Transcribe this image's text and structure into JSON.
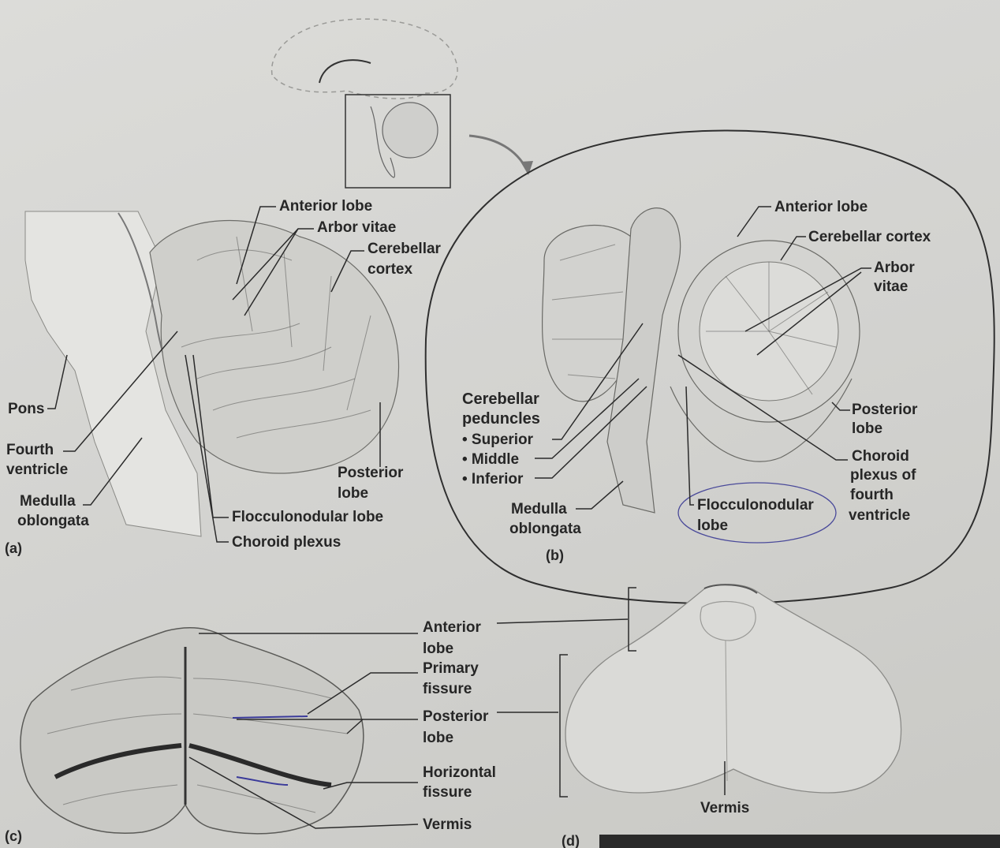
{
  "panel_a": {
    "tag": "(a)",
    "labels": {
      "anterior_lobe": "Anterior lobe",
      "arbor_vitae": "Arbor vitae",
      "cerebellar": "Cerebellar",
      "cortex": "cortex",
      "pons": "Pons",
      "fourth": "Fourth",
      "ventricle": "ventricle",
      "medulla": "Medulla",
      "oblongata": "oblongata",
      "posterior": "Posterior",
      "lobe": "lobe",
      "flocculonodular_lobe": "Flocculonodular lobe",
      "choroid_plexus": "Choroid plexus"
    }
  },
  "panel_b": {
    "tag": "(b)",
    "labels": {
      "anterior_lobe": "Anterior lobe",
      "cerebellar_cortex": "Cerebellar cortex",
      "arbor": "Arbor",
      "vitae": "vitae",
      "cerebellar": "Cerebellar",
      "peduncles": "peduncles",
      "superior": "• Superior",
      "middle": "• Middle",
      "inferior": "• Inferior",
      "medulla": "Medulla",
      "oblongata": "oblongata",
      "posterior": "Posterior",
      "lobe": "lobe",
      "choroid": "Choroid",
      "plexus_of": "plexus of",
      "fourth": "fourth",
      "ventricle": "ventricle",
      "flocculonodular": "Flocculonodular",
      "floc_lobe": "lobe"
    }
  },
  "panel_c": {
    "tag": "(c)",
    "labels": {
      "anterior": "Anterior",
      "anterior_lobe": "lobe",
      "primary": "Primary",
      "fissure": "fissure",
      "posterior": "Posterior",
      "posterior_lobe": "lobe",
      "horizontal": "Horizontal",
      "h_fissure": "fissure",
      "vermis": "Vermis"
    }
  },
  "panel_d": {
    "tag": "(d)",
    "labels": {
      "vermis": "Vermis"
    }
  },
  "colors": {
    "paper": "#d6d6d3",
    "ink": "#262626",
    "highlight_ink": "#3a3a9a"
  }
}
